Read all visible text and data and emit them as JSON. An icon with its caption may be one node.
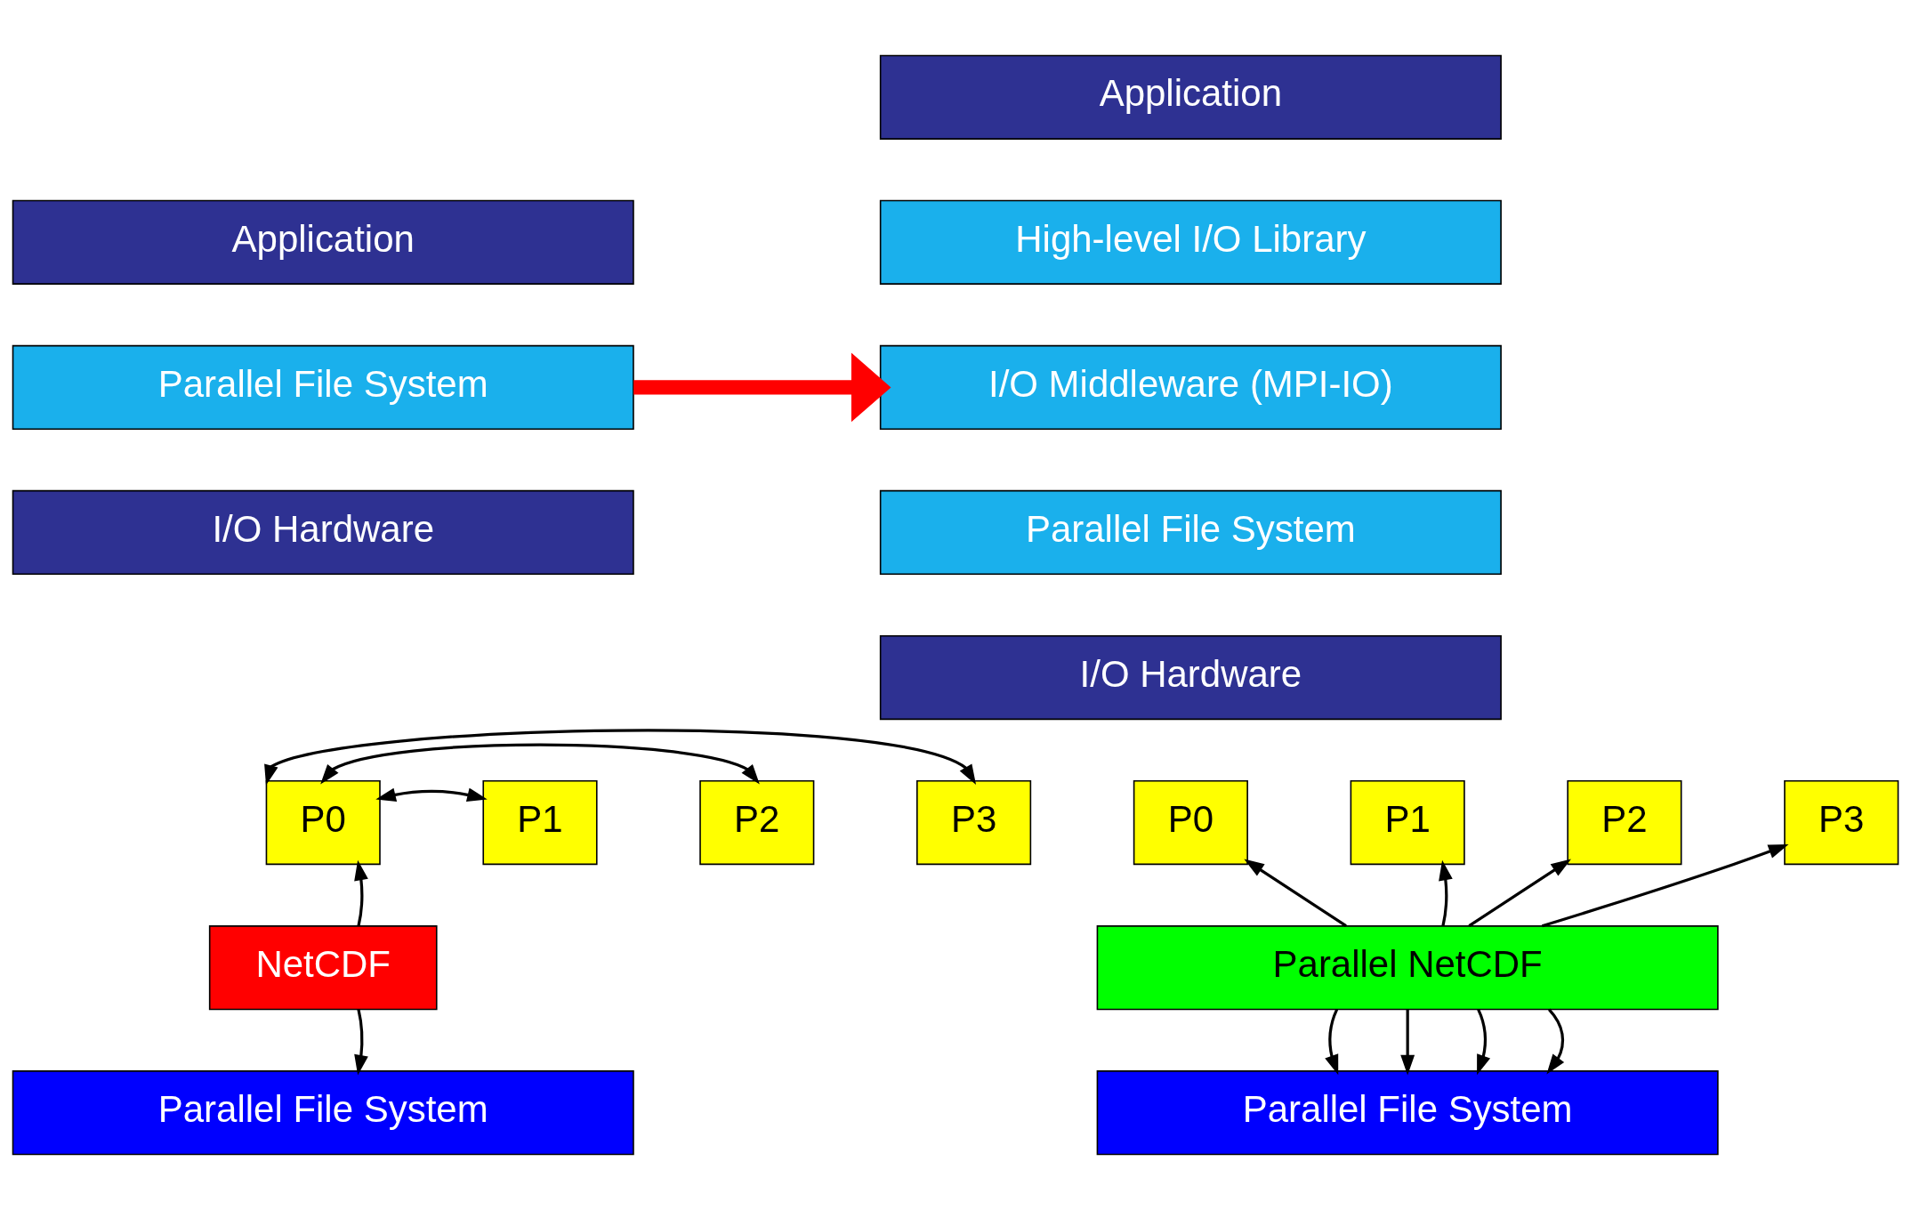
{
  "diagram": {
    "nodes": [
      {
        "text": [
          "Application"
        ]
      },
      {
        "text": [
          "Parallel File System"
        ]
      },
      {
        "text": [
          "I/O Hardware"
        ]
      },
      {
        "text": [
          "Application"
        ]
      },
      {
        "text": [
          "High-level I/O Library"
        ]
      },
      {
        "text": [
          "I/O Middleware (MPI-IO)"
        ]
      },
      {
        "text": [
          "Parallel File System"
        ]
      },
      {
        "text": [
          "I/O Hardware"
        ]
      },
      {
        "text": [
          "P0"
        ]
      },
      {
        "text": [
          "P1"
        ]
      },
      {
        "text": [
          "P2"
        ]
      },
      {
        "text": [
          "P3"
        ]
      },
      {
        "text": [
          "NetCDF"
        ]
      },
      {
        "text": [
          "Parallel File System"
        ]
      },
      {
        "text": [
          "P0"
        ]
      },
      {
        "text": [
          "P1"
        ]
      },
      {
        "text": [
          "P2"
        ]
      },
      {
        "text": [
          "P3"
        ]
      },
      {
        "text": [
          "Parallel NetCDF"
        ]
      },
      {
        "text": [
          "Parallel File System"
        ]
      }
    ],
    "edges": [
      {
        "from": 1,
        "to": 5,
        "arrow": "to",
        "style": "thick",
        "color": "#ff0000"
      },
      {
        "from": 9,
        "to": 8,
        "arrow": "both"
      },
      {
        "from": 10,
        "to": 8,
        "arrow": "both"
      },
      {
        "from": 11,
        "to": 8,
        "arrow": "both"
      },
      {
        "from": 12,
        "to": 8,
        "arrow": "to"
      },
      {
        "from": 12,
        "to": 13,
        "arrow": "to"
      },
      {
        "from": 18,
        "to": 14,
        "arrow": "to"
      },
      {
        "from": 18,
        "to": 15,
        "arrow": "to"
      },
      {
        "from": 18,
        "to": 16,
        "arrow": "to"
      },
      {
        "from": 18,
        "to": 17,
        "arrow": "to"
      },
      {
        "from": 18,
        "to": 19,
        "arrow": "to"
      },
      {
        "from": 18,
        "to": 19,
        "arrow": "to"
      },
      {
        "from": 18,
        "to": 19,
        "arrow": "to"
      },
      {
        "from": 18,
        "to": 19,
        "arrow": "to"
      }
    ]
  }
}
